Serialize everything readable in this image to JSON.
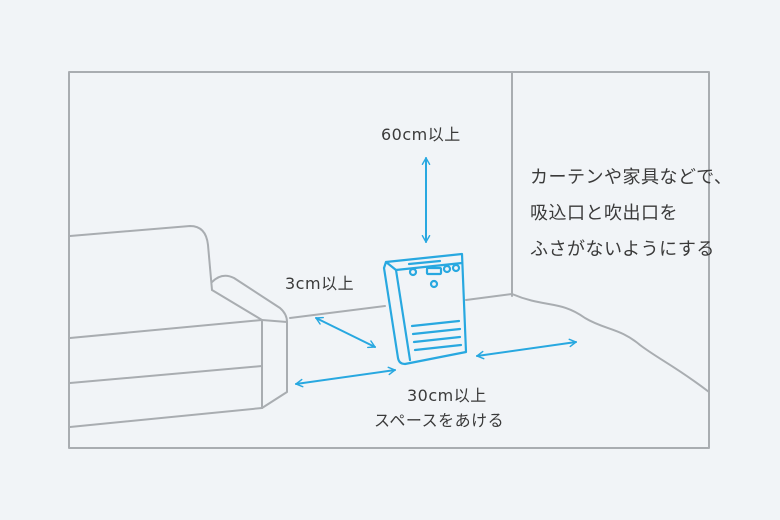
{
  "labels": {
    "top_clearance": "60cm以上",
    "side_clearance": "3cm以上",
    "front_clearance": "30cm以上",
    "front_instruction": "スペースをあける"
  },
  "note": {
    "lines": [
      "カーテンや家具などで、",
      "吸込口と吹出口を",
      "ふさがないようにする"
    ]
  },
  "colors": {
    "background": "#f1f4f7",
    "line": "#a9adb1",
    "accent": "#28a8e0",
    "text": "#3a3a3a"
  },
  "icons": {
    "room": "room-outline",
    "sofa": "sofa-outline",
    "heater": "fan-heater-icon",
    "arrow": "double-arrow"
  }
}
